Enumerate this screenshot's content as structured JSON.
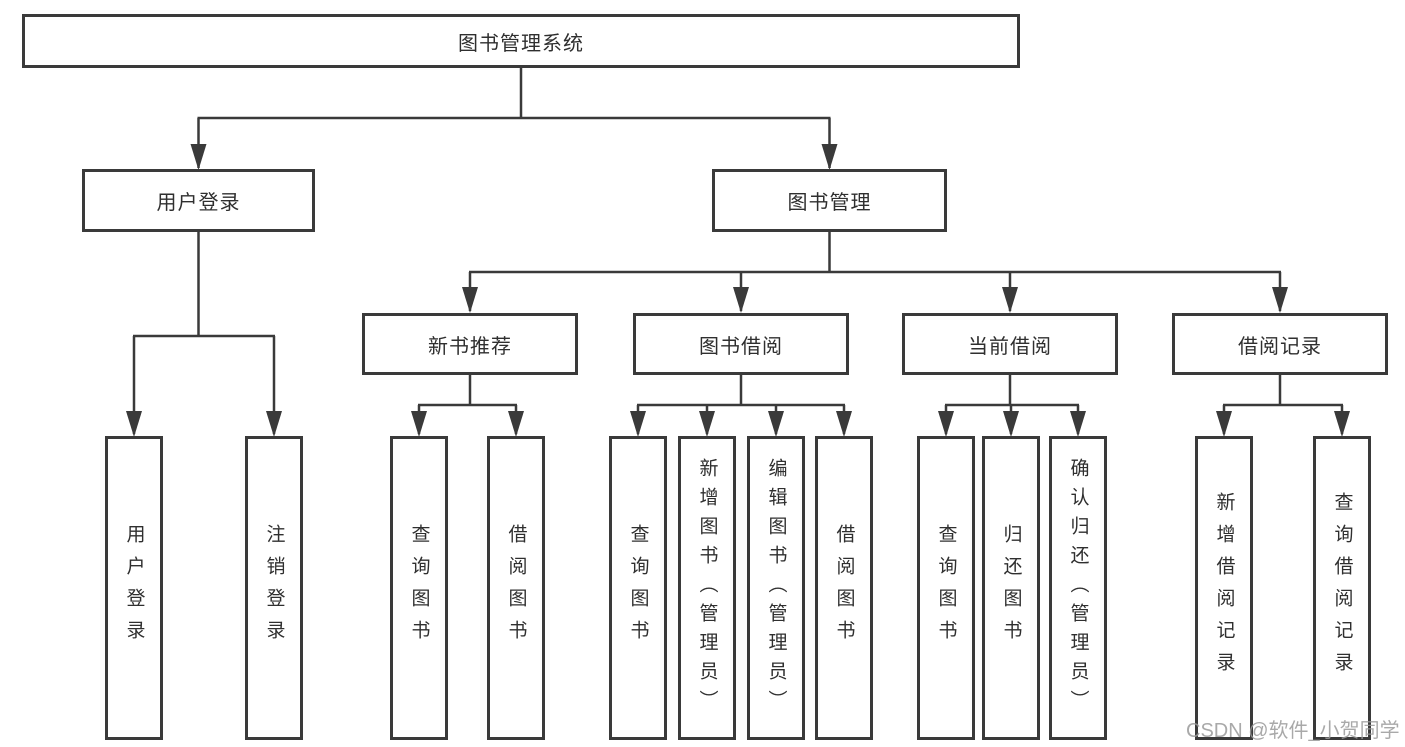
{
  "tree": {
    "root": {
      "label": "图书管理系统"
    },
    "level2": [
      {
        "label": "用户登录",
        "children": [
          {
            "label": "用户登录"
          },
          {
            "label": "注销登录"
          }
        ]
      },
      {
        "label": "图书管理",
        "children": [
          {
            "label": "新书推荐",
            "children": [
              {
                "label": "查询图书"
              },
              {
                "label": "借阅图书"
              }
            ]
          },
          {
            "label": "图书借阅",
            "children": [
              {
                "label": "查询图书"
              },
              {
                "label": "新增图书（管理员）"
              },
              {
                "label": "编辑图书（管理员）"
              },
              {
                "label": "借阅图书"
              }
            ]
          },
          {
            "label": "当前借阅",
            "children": [
              {
                "label": "查询图书"
              },
              {
                "label": "归还图书"
              },
              {
                "label": "确认归还（管理员）"
              }
            ]
          },
          {
            "label": "借阅记录",
            "children": [
              {
                "label": "新增借阅记录"
              },
              {
                "label": "查询借阅记录"
              }
            ]
          }
        ]
      }
    ]
  },
  "watermark": {
    "text": "CSDN @软件_小贺同学"
  },
  "colors": {
    "line": "#3a3a3a",
    "background": "#ffffff",
    "watermark": "#9b9b9b"
  }
}
